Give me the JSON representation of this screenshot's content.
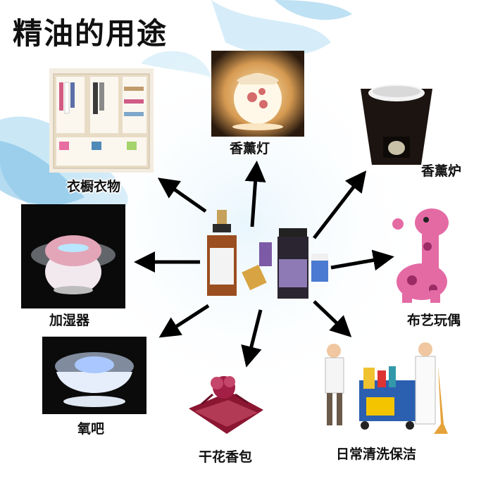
{
  "title": "精油的用途",
  "center": {
    "icon": "essential-oil-bottles-icon"
  },
  "uses": [
    {
      "label": "衣橱衣物",
      "icon": "wardrobe-icon"
    },
    {
      "label": "香薰灯",
      "icon": "aroma-lamp-icon"
    },
    {
      "label": "香薰炉",
      "icon": "aroma-burner-icon"
    },
    {
      "label": "加湿器",
      "icon": "humidifier-icon"
    },
    {
      "label": "布艺玩偶",
      "icon": "plush-giraffe-icon"
    },
    {
      "label": "氧吧",
      "icon": "oxygen-bar-icon"
    },
    {
      "label": "干花香包",
      "icon": "flower-sachet-icon"
    },
    {
      "label": "日常清洗保洁",
      "icon": "cleaning-staff-icon"
    }
  ],
  "colors": {
    "water": "#7fc4e8",
    "arrow": "#000000",
    "text": "#111111"
  }
}
